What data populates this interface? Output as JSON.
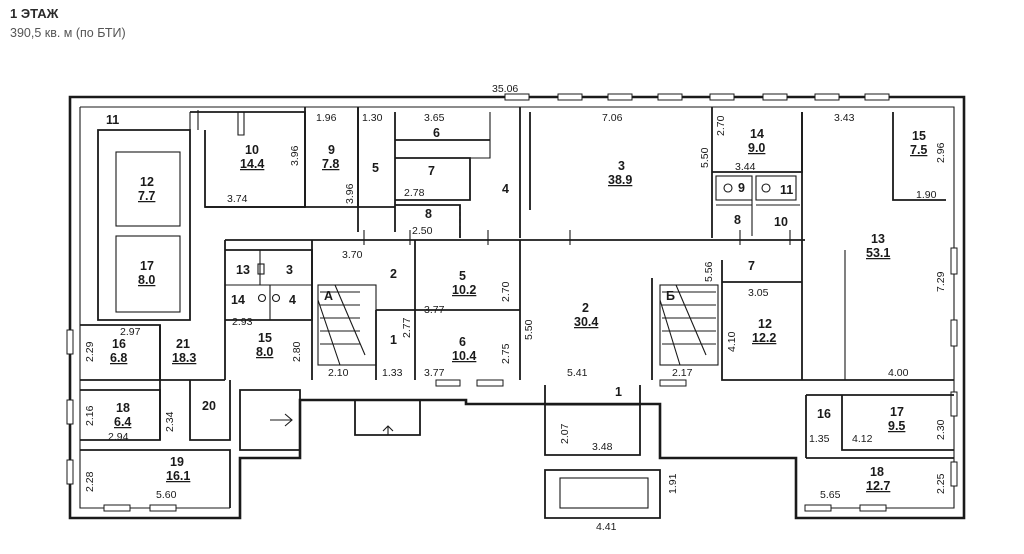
{
  "header": {
    "title": "1 ЭТАЖ",
    "subtitle": "390,5 кв. м (по БТИ)"
  },
  "plan": {
    "overall_width_label": "35.06",
    "rooms": [
      {
        "id": "r11a",
        "num": "11",
        "area": ""
      },
      {
        "id": "r12a",
        "num": "12",
        "area": "7.7"
      },
      {
        "id": "r17a",
        "num": "17",
        "area": "8.0"
      },
      {
        "id": "r10a",
        "num": "10",
        "area": "14.4"
      },
      {
        "id": "r9a",
        "num": "9",
        "area": "7.8"
      },
      {
        "id": "r5a",
        "num": "5",
        "area": ""
      },
      {
        "id": "r6a",
        "num": "6",
        "area": ""
      },
      {
        "id": "r7a",
        "num": "7",
        "area": ""
      },
      {
        "id": "r8a",
        "num": "8",
        "area": ""
      },
      {
        "id": "r4a",
        "num": "4",
        "area": ""
      },
      {
        "id": "r3a",
        "num": "3",
        "area": "38.9"
      },
      {
        "id": "r14a",
        "num": "14",
        "area": "9.0"
      },
      {
        "id": "r9b",
        "num": "9",
        "area": ""
      },
      {
        "id": "r11b",
        "num": "11",
        "area": ""
      },
      {
        "id": "r8b",
        "num": "8",
        "area": ""
      },
      {
        "id": "r10b",
        "num": "10",
        "area": ""
      },
      {
        "id": "r15a",
        "num": "15",
        "area": "7.5"
      },
      {
        "id": "r13a",
        "num": "13",
        "area": "53.1"
      },
      {
        "id": "r13b",
        "num": "13",
        "area": ""
      },
      {
        "id": "r3b",
        "num": "3",
        "area": ""
      },
      {
        "id": "r14b",
        "num": "14",
        "area": ""
      },
      {
        "id": "r4b",
        "num": "4",
        "area": ""
      },
      {
        "id": "r2a",
        "num": "2",
        "area": ""
      },
      {
        "id": "r5b",
        "num": "5",
        "area": "10.2"
      },
      {
        "id": "r6b",
        "num": "6",
        "area": "10.4"
      },
      {
        "id": "r2b",
        "num": "2",
        "area": "30.4"
      },
      {
        "id": "r1a",
        "num": "1",
        "area": ""
      },
      {
        "id": "r1b",
        "num": "1",
        "area": ""
      },
      {
        "id": "r7b",
        "num": "7",
        "area": ""
      },
      {
        "id": "r12b",
        "num": "12",
        "area": "12.2"
      },
      {
        "id": "r15b",
        "num": "15",
        "area": "8.0"
      },
      {
        "id": "r16a",
        "num": "16",
        "area": "6.8"
      },
      {
        "id": "r21a",
        "num": "21",
        "area": "18.3"
      },
      {
        "id": "r18a",
        "num": "18",
        "area": "6.4"
      },
      {
        "id": "r20a",
        "num": "20",
        "area": ""
      },
      {
        "id": "r19a",
        "num": "19",
        "area": "16.1"
      },
      {
        "id": "r16b",
        "num": "16",
        "area": ""
      },
      {
        "id": "r17b",
        "num": "17",
        "area": "9.5"
      },
      {
        "id": "r18b",
        "num": "18",
        "area": "12.7"
      }
    ],
    "stair_labels": [
      "А",
      "Б"
    ],
    "dimensions": [
      "1.96",
      "1.30",
      "3.65",
      "7.06",
      "2.70",
      "3.43",
      "3.96",
      "3.96",
      "2.78",
      "2.50",
      "5.50",
      "3.44",
      "2.96",
      "1.90",
      "3.74",
      "3.70",
      "5.56",
      "2.70",
      "3.77",
      "3.05",
      "7.29",
      "2.97",
      "2.93",
      "2.77",
      "5.50",
      "2.80",
      "2.75",
      "4.10",
      "2.29",
      "2.10",
      "1.33",
      "3.77",
      "5.41",
      "2.17",
      "4.00",
      "2.16",
      "2.34",
      "2.94",
      "2.07",
      "1.35",
      "4.12",
      "2.30",
      "3.48",
      "1.91",
      "2.28",
      "5.60",
      "5.65",
      "2.25",
      "4.41"
    ]
  }
}
